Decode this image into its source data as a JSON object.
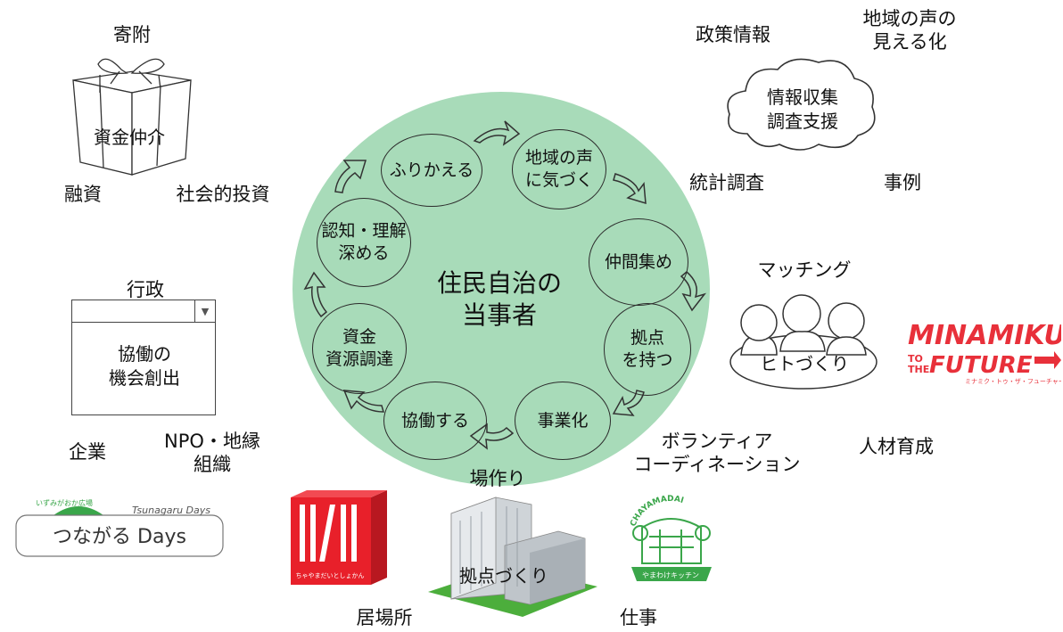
{
  "center": {
    "title": "住民自治の\n当事者",
    "fill_color": "#a8dbb9"
  },
  "cycle": [
    {
      "name": "reflect",
      "label": "ふりかえる"
    },
    {
      "name": "notice",
      "label": "地域の声\nに気づく"
    },
    {
      "name": "gather",
      "label": "仲間集め"
    },
    {
      "name": "base",
      "label": "拠点\nを持つ"
    },
    {
      "name": "business",
      "label": "事業化"
    },
    {
      "name": "collab",
      "label": "協働する"
    },
    {
      "name": "fund",
      "label": "資金\n資源調達"
    },
    {
      "name": "understand",
      "label": "認知・理解\n深める"
    }
  ],
  "top_left": {
    "title": "寄附",
    "gift_caption": "資金仲介",
    "financing": "融資",
    "social_investment": "社会的投資"
  },
  "top_right": {
    "policy": "政策情報",
    "voice_visual": "地域の声の\n見える化",
    "cloud_caption": "情報収集\n調査支援",
    "statistics": "統計調査",
    "cases": "事例"
  },
  "right": {
    "matching": "マッチング",
    "people_caption": "ヒトづくり",
    "volunteer": "ボランティア\nコーディネーション",
    "talent": "人材育成",
    "logo_main": "MINAMIKU",
    "logo_to": "TO",
    "logo_the": "THE",
    "logo_future": "FUTURE",
    "logo_kana": "ミナミク・トゥ・ザ・フューチャー",
    "logo_color": "#e8303a"
  },
  "left": {
    "gov": "行政",
    "window_caption": "協働の\n機会創出",
    "company": "企業",
    "npo": "NPO・地縁\n組織"
  },
  "bottom": {
    "place_making": "場作り",
    "building_caption": "拠点づくり",
    "ibasho": "居場所",
    "work": "仕事",
    "days_small": "いずみがおか広場",
    "days_script": "Tsunagaru Days",
    "days_main": "つながる Days",
    "library_small": "ちゃやまだいとしょかん",
    "chaya_arc": "CHAYAMADAI",
    "chaya_ribbon": "やまわけキッチン",
    "red": "#e8202a",
    "green": "#3aa64a"
  }
}
